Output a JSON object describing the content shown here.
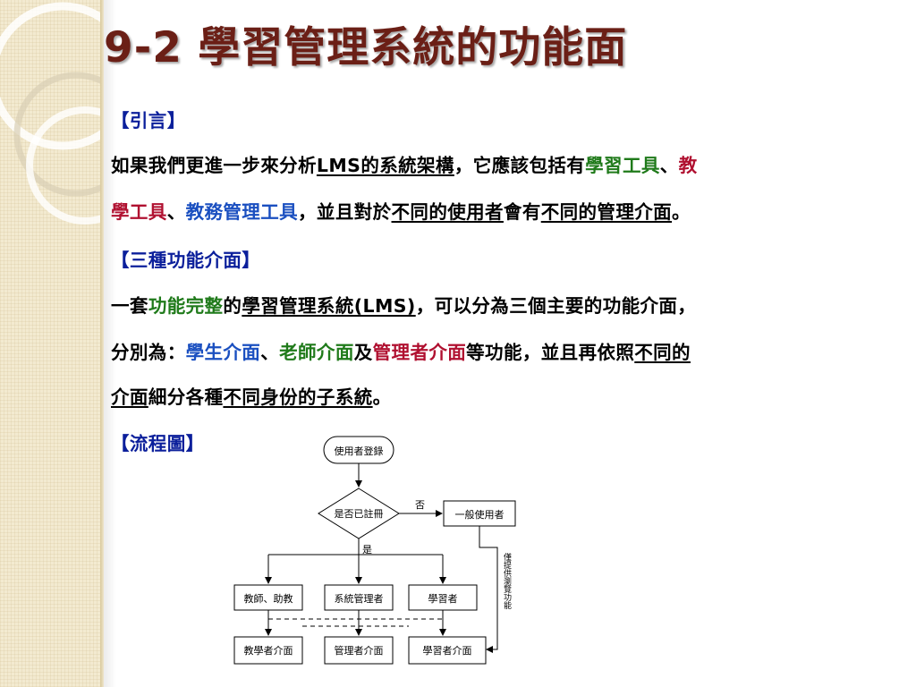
{
  "slide": {
    "title": "9-2 學習管理系統的功能面",
    "section_intro": "【引言】",
    "intro_line1": [
      {
        "t": "如果我們更進一步來分析",
        "c": "",
        "u": false
      },
      {
        "t": "LMS的系統架構",
        "c": "",
        "u": true
      },
      {
        "t": "，它應該包括有",
        "c": "",
        "u": false
      },
      {
        "t": "學習工具",
        "c": "green",
        "u": false
      },
      {
        "t": "、",
        "c": "",
        "u": false
      },
      {
        "t": "教",
        "c": "red",
        "u": false
      }
    ],
    "intro_line2": [
      {
        "t": "學工具",
        "c": "red",
        "u": false
      },
      {
        "t": "、",
        "c": "",
        "u": false
      },
      {
        "t": "教務管理工具",
        "c": "blue",
        "u": false
      },
      {
        "t": "，並且對於",
        "c": "",
        "u": false
      },
      {
        "t": "不同的使用者",
        "c": "",
        "u": true
      },
      {
        "t": "會有",
        "c": "",
        "u": false
      },
      {
        "t": "不同的管理介面",
        "c": "",
        "u": true
      },
      {
        "t": "。",
        "c": "",
        "u": false
      }
    ],
    "section_three": "【三種功能介面】",
    "three_line1": [
      {
        "t": "一套",
        "c": "",
        "u": false
      },
      {
        "t": "功能完整",
        "c": "green",
        "u": false
      },
      {
        "t": "的",
        "c": "",
        "u": false
      },
      {
        "t": "學習管理系統(LMS)",
        "c": "",
        "u": true
      },
      {
        "t": "，可以分為三個主要的功能介面，",
        "c": "",
        "u": false
      }
    ],
    "three_line2": [
      {
        "t": "分別為：",
        "c": "",
        "u": false
      },
      {
        "t": "學生介面",
        "c": "blue",
        "u": false
      },
      {
        "t": "、",
        "c": "",
        "u": false
      },
      {
        "t": "老師介面",
        "c": "green",
        "u": false
      },
      {
        "t": "及",
        "c": "",
        "u": false
      },
      {
        "t": "管理者介面",
        "c": "red",
        "u": false
      },
      {
        "t": "等功能，並且再依照",
        "c": "",
        "u": false
      },
      {
        "t": "不同的",
        "c": "",
        "u": true
      }
    ],
    "three_line3": [
      {
        "t": "介面",
        "c": "",
        "u": true
      },
      {
        "t": "細分各種",
        "c": "",
        "u": false
      },
      {
        "t": "不同身份的子系統",
        "c": "",
        "u": true
      },
      {
        "t": "。",
        "c": "",
        "u": false
      }
    ],
    "section_flow": "【流程圖】"
  },
  "flowchart": {
    "start": "使用者登錄",
    "decision": "是否已註冊",
    "no_label": "否",
    "yes_label": "是",
    "general_user": "一般使用者",
    "side_label": "僅提供瀏覽功能",
    "roles": [
      "教師、助教",
      "系統管理者",
      "學習者"
    ],
    "interfaces": [
      "教學者介面",
      "管理者介面",
      "學習者介面"
    ]
  },
  "colors": {
    "title": "#6b1f16",
    "heading": "#0b1f9b",
    "green": "#1f7a1a",
    "red": "#b01030",
    "blue": "#1a4fc0"
  }
}
